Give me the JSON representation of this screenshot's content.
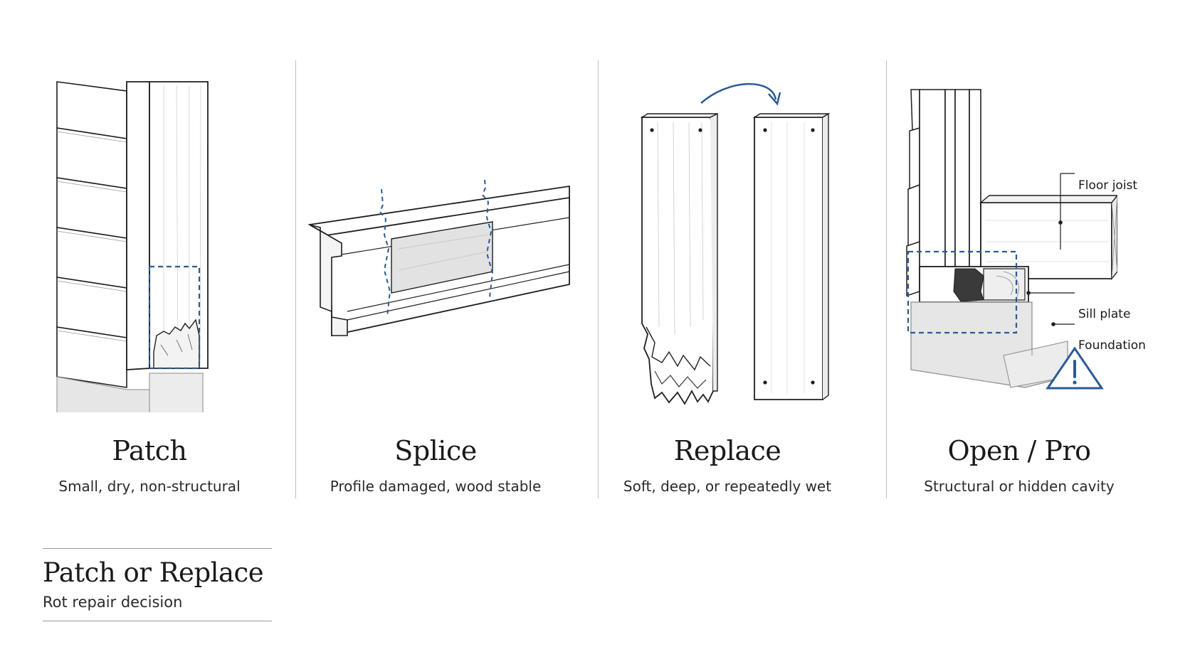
{
  "panels": [
    {
      "title": "Patch",
      "subtitle": "Small, dry, non-structural"
    },
    {
      "title": "Splice",
      "subtitle": "Profile damaged, wood stable"
    },
    {
      "title": "Replace",
      "subtitle": "Soft, deep, or repeatedly wet"
    },
    {
      "title": "Open / Pro",
      "subtitle": "Structural or hidden cavity"
    }
  ],
  "callouts": {
    "floor_joist": "Floor joist",
    "sill_plate": "Sill plate",
    "foundation": "Foundation"
  },
  "title_block": {
    "title": "Patch or Replace",
    "subtitle": "Rot repair decision"
  },
  "colors": {
    "accent_blue": "#2c5a94",
    "line": "#1e1e1e",
    "concrete": "#e6e6e6",
    "divider": "#bdbdbd"
  },
  "icons": [
    "warning-icon",
    "curved-arrow-icon"
  ]
}
